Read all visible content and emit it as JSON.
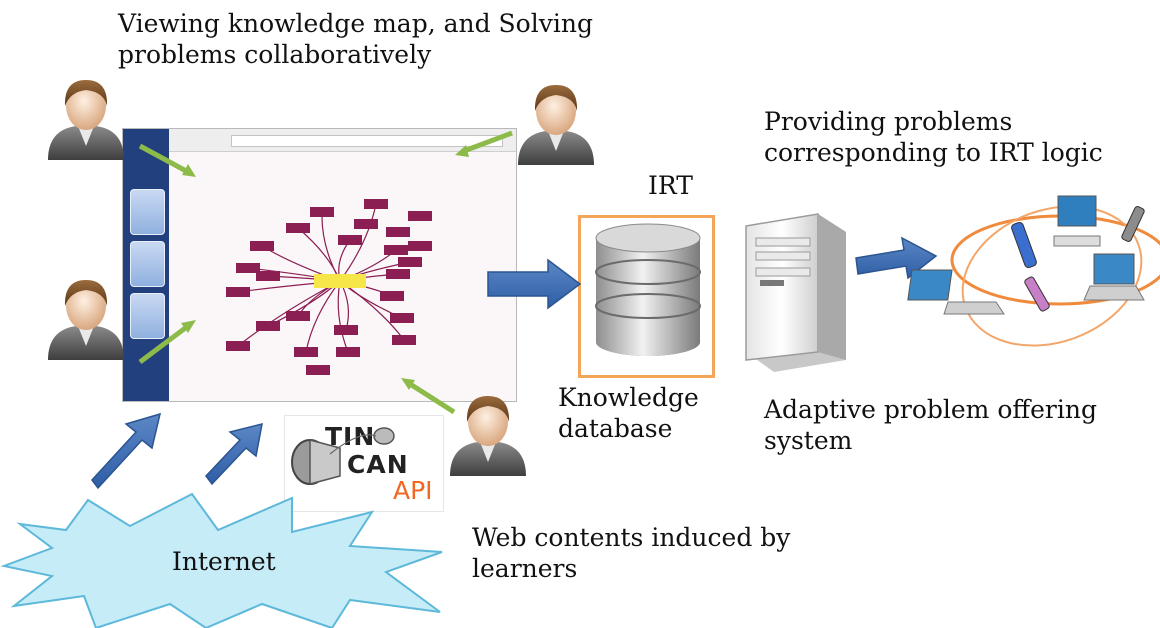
{
  "captions": {
    "viewing": "Viewing  knowledge map, and Solving\nproblems collaboratively",
    "providing": "Providing problems\ncorresponding to IRT logic",
    "irt": "IRT",
    "knowledge_db": "Knowledge\ndatabase",
    "adaptive": "Adaptive problem offering\nsystem",
    "web_contents": "Web contents induced by\nlearners",
    "internet": "Internet"
  },
  "tincan_logo": {
    "line1": "TIN",
    "line2": "CAN",
    "line3": "API"
  },
  "colors": {
    "arrow_blue": "#3f6db3",
    "arrow_green": "#8dbb4a",
    "cloud_fill": "#c6ecf8",
    "frame_orange": "#f5a55a",
    "map_node": "#8b1e52",
    "map_center": "#f6e64a"
  },
  "icons": {
    "learner": "person-avatar-icon",
    "database": "database-cylinder-icon",
    "server": "server-tower-icon",
    "devices": "network-devices-icon",
    "cloud": "internet-cloud-icon"
  }
}
